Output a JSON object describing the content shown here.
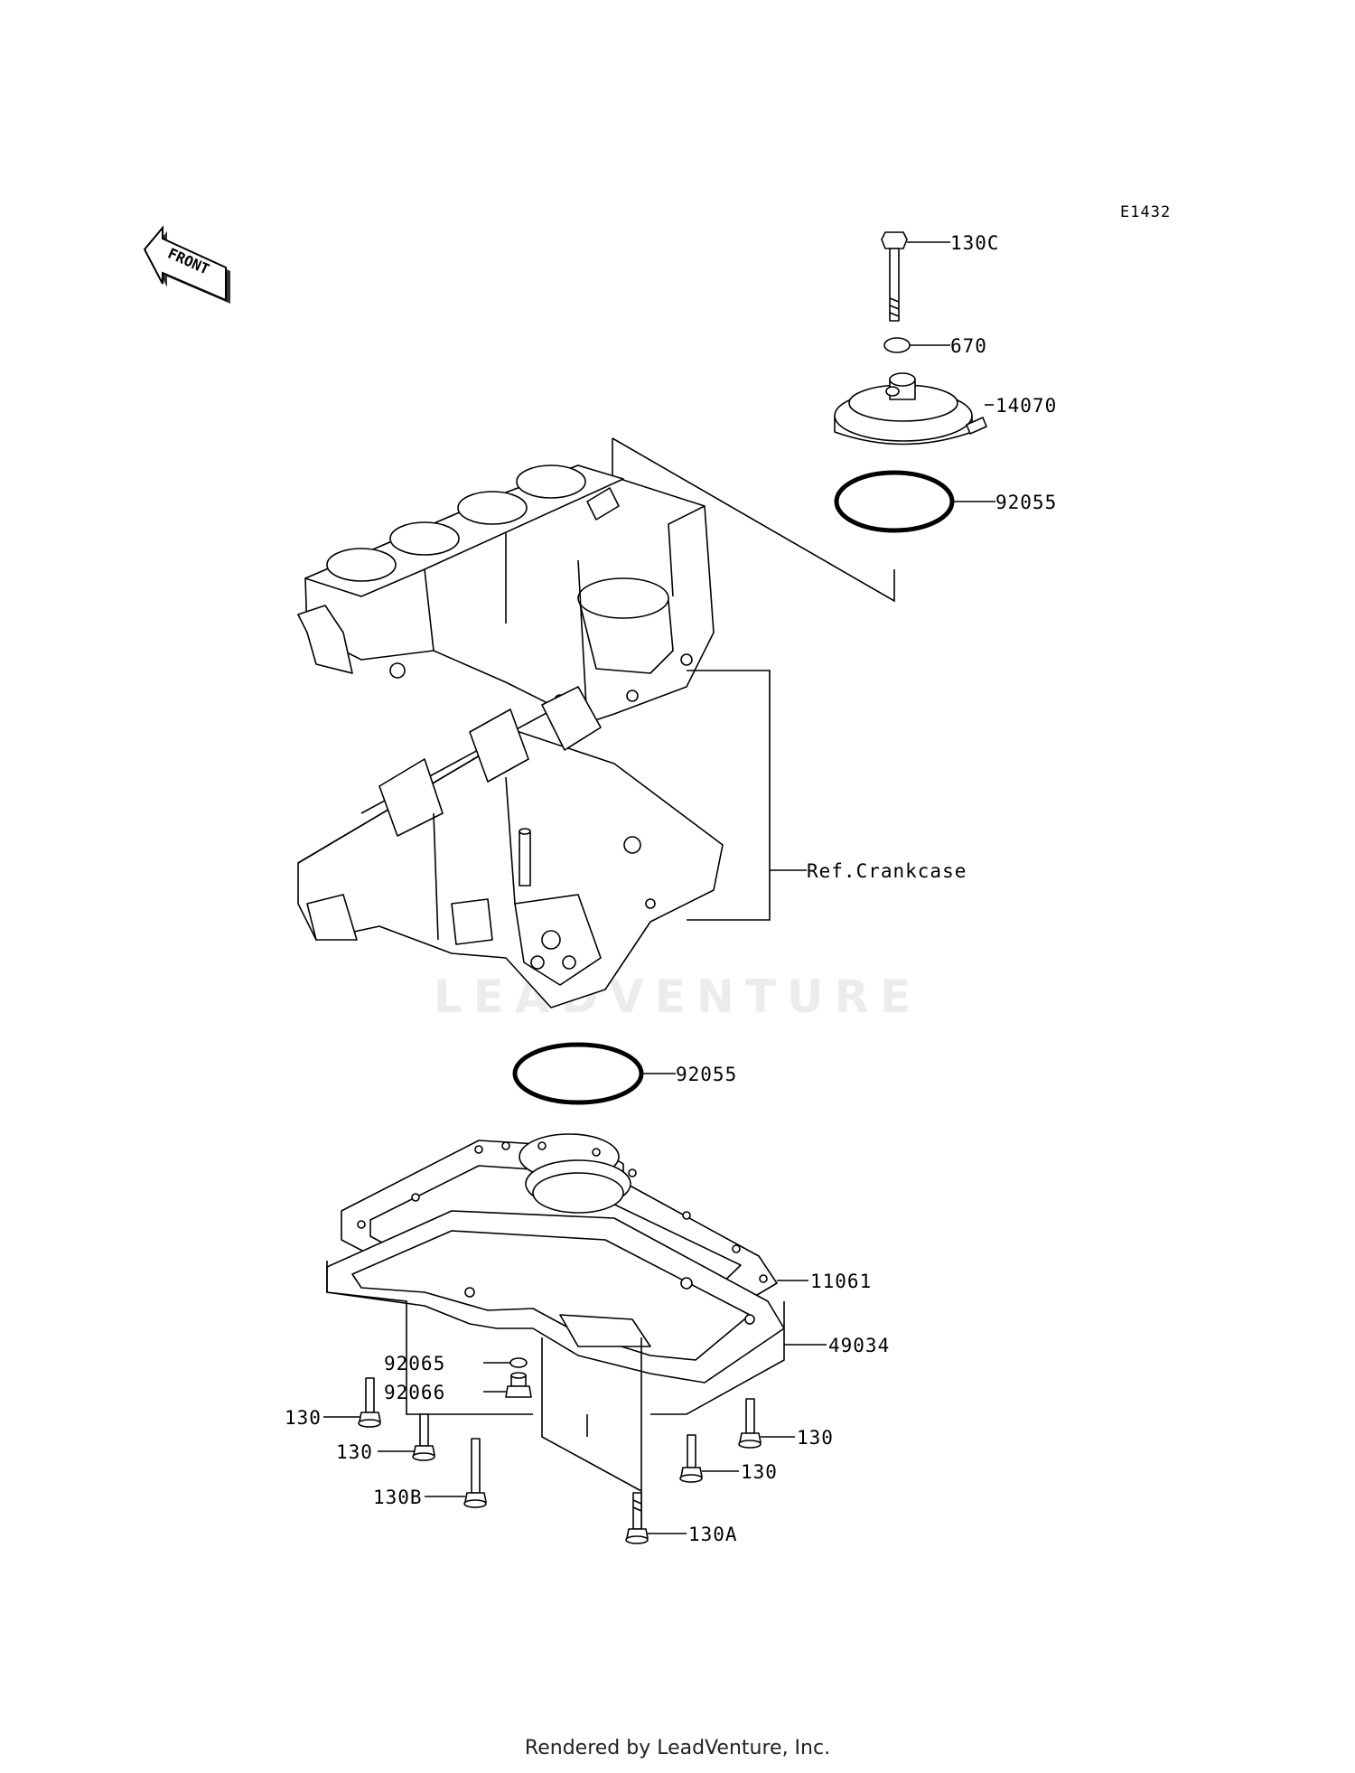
{
  "diagram_code": "E1432",
  "front_label": "FRONT",
  "watermark": "LEADVENTURE",
  "footer_text": "Rendered by LeadVenture, Inc.",
  "callouts": {
    "p130C": "130C",
    "p670": "670",
    "p14070": "14070",
    "p92055_top": "92055",
    "p_ref": "Ref.Crankcase",
    "p92055_bottom": "92055",
    "p11061": "11061",
    "p49034": "49034",
    "p92065": "92065",
    "p92066": "92066",
    "p130_a": "130",
    "p130_b": "130",
    "p130B": "130B",
    "p130_c": "130",
    "p130_d": "130",
    "p130A": "130A"
  }
}
